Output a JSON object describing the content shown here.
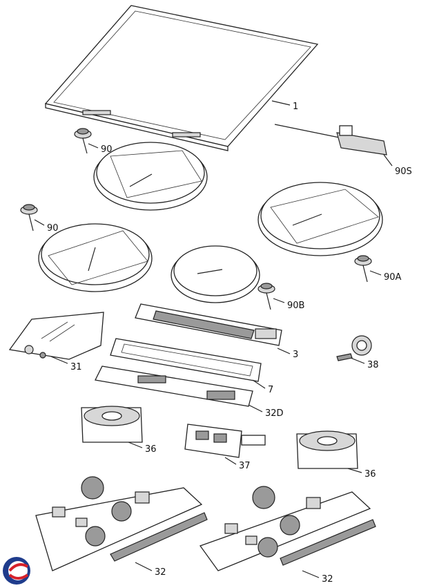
{
  "callouts": {
    "c1": "1",
    "c90a": "90",
    "c90s": "90S",
    "c90b": "90",
    "c90A": "90A",
    "c90B": "90B",
    "c3": "3",
    "c31": "31",
    "c38": "38",
    "c7": "7",
    "c32D": "32D",
    "c36a": "36",
    "c37": "37",
    "c36b": "36",
    "c32a": "32",
    "c32b": "32"
  },
  "colors": {
    "line": "#222222",
    "logo_blue": "#1f3c8c",
    "logo_red": "#d6212a"
  }
}
